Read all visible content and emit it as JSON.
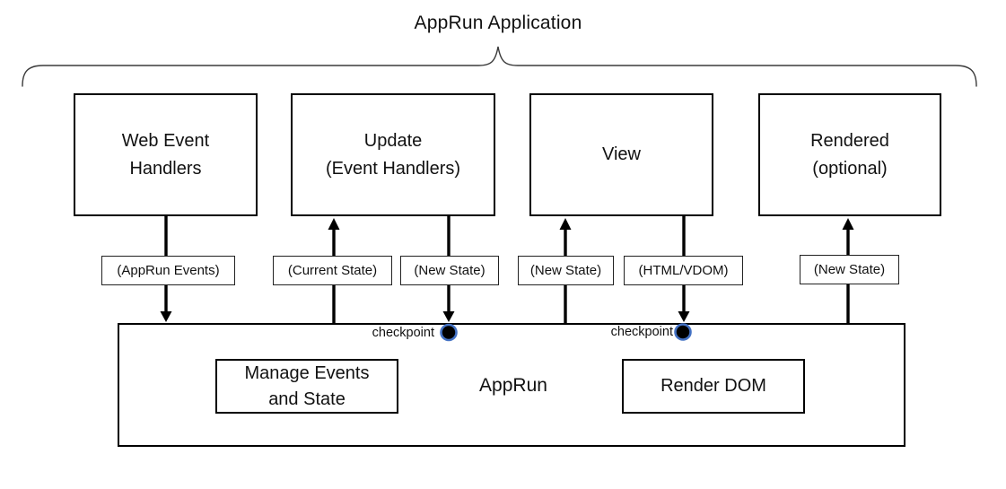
{
  "title": "AppRun Application",
  "top_boxes": [
    {
      "id": "web-event-handlers",
      "lines": [
        "Web Event",
        "Handlers"
      ]
    },
    {
      "id": "update",
      "lines": [
        "Update",
        "(Event Handlers)"
      ]
    },
    {
      "id": "view",
      "lines": [
        "View",
        ""
      ]
    },
    {
      "id": "rendered",
      "lines": [
        "Rendered",
        "(optional)"
      ]
    }
  ],
  "arrow_labels": [
    "(AppRun Events)",
    "(Current State)",
    "(New State)",
    "(New State)",
    "(HTML/VDOM)",
    "(New State)"
  ],
  "arrows": [
    {
      "from": "Web Event Handlers",
      "to": "AppRun",
      "direction": "down",
      "label": "(AppRun Events)"
    },
    {
      "from": "AppRun",
      "to": "Update (Event Handlers)",
      "direction": "up",
      "label": "(Current State)"
    },
    {
      "from": "Update (Event Handlers)",
      "to": "AppRun",
      "direction": "down",
      "label": "(New State)",
      "checkpoint": true
    },
    {
      "from": "AppRun",
      "to": "View",
      "direction": "up",
      "label": "(New State)"
    },
    {
      "from": "View",
      "to": "AppRun",
      "direction": "down",
      "label": "(HTML/VDOM)",
      "checkpoint": true
    },
    {
      "from": "AppRun",
      "to": "Rendered (optional)",
      "direction": "up",
      "label": "(New State)"
    }
  ],
  "checkpoint_labels": [
    "checkpoint",
    "checkpoint"
  ],
  "main_box": {
    "label": "AppRun",
    "inner_boxes": [
      {
        "id": "manage-events-state",
        "lines": [
          "Manage Events",
          "and State"
        ]
      },
      {
        "id": "render-dom",
        "lines": [
          "Render DOM",
          ""
        ]
      }
    ]
  },
  "colors": {
    "line": "#000000",
    "brace": "#3a3a3a",
    "checkpoint_fill": "#000000",
    "checkpoint_ring": "#4472c4",
    "background": "#ffffff",
    "text": "#111111"
  }
}
